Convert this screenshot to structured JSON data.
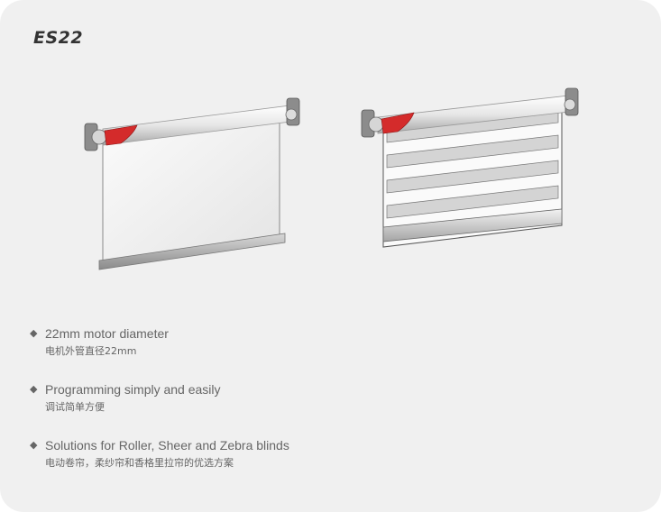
{
  "product": {
    "model": "ES22"
  },
  "features": [
    {
      "en": "22mm motor diameter",
      "zh": "电机外管直径22mm"
    },
    {
      "en": "Programming simply and easily",
      "zh": "调试简单方便"
    },
    {
      "en": "Solutions for Roller, Sheer and Zebra blinds",
      "zh": "电动卷帘，柔纱帘和香格里拉帘的优选方案"
    }
  ],
  "bullet_glyph": "◆",
  "colors": {
    "accent_red": "#d42b2b",
    "text": "#666666",
    "card_bg": "#f0f0f0"
  },
  "illustrations": [
    "roller-blind",
    "zebra-blind"
  ]
}
